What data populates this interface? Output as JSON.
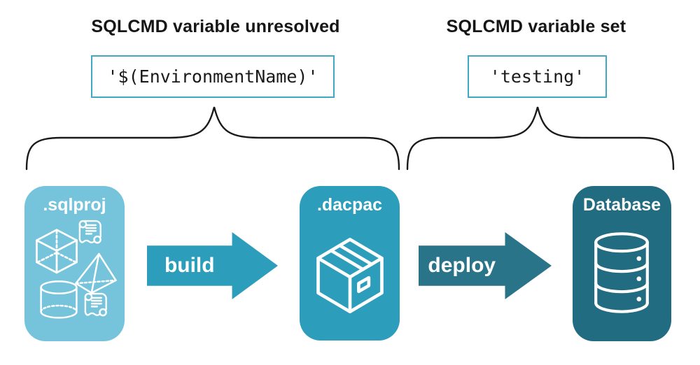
{
  "annotations": {
    "left": {
      "heading": "SQLCMD variable unresolved",
      "code": "'$(EnvironmentName)'"
    },
    "right": {
      "heading": "SQLCMD variable set",
      "code": "'testing'"
    }
  },
  "pipeline": {
    "sqlproj": {
      "label": ".sqlproj",
      "color": "#76C4DB",
      "icons": [
        "scroll-icon",
        "cube-icon",
        "pyramid-icon",
        "cylinder-icon",
        "scroll-icon"
      ]
    },
    "build_arrow": {
      "label": "build",
      "color": "#2C9DBA"
    },
    "dacpac": {
      "label": ".dacpac",
      "color": "#2C9DBA",
      "icons": [
        "package-icon"
      ]
    },
    "deploy_arrow": {
      "label": "deploy",
      "color": "#2A7489"
    },
    "database": {
      "label": "Database",
      "color": "#226C81",
      "icons": [
        "database-icon"
      ]
    }
  },
  "colors": {
    "background": "#FFFFFF",
    "code_box_border": "#3FA8C5",
    "brace_stroke": "#1A1A1A",
    "icon_stroke": "#FFFFFF",
    "heading_text": "#161616",
    "code_text": "#1A1A1A"
  }
}
